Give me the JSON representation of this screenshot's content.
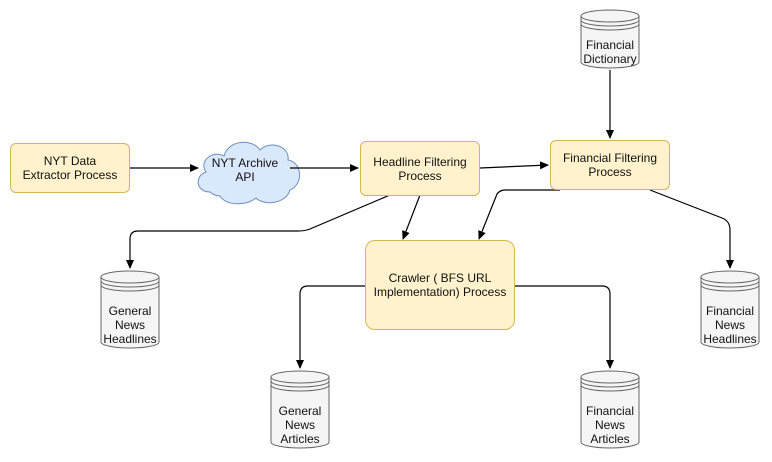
{
  "colors": {
    "process_fill": "#fff2cc",
    "process_stroke": "#d6b656",
    "cloud_fill": "#dae8fc",
    "cloud_stroke": "#6c8ebf",
    "store_fill": "#f5f5f5",
    "store_stroke": "#666666",
    "arrow": "#000000"
  },
  "nodes": {
    "nyt_extractor": {
      "line1": "NYT Data",
      "line2": "Extractor Process"
    },
    "nyt_api": {
      "line1": "NYT Archive",
      "line2": "API"
    },
    "headline_filter": {
      "line1": "Headline Filtering",
      "line2": "Process"
    },
    "financial_filter": {
      "line1": "Financial Filtering",
      "line2": "Process"
    },
    "crawler": {
      "line1": "Crawler ( BFS URL",
      "line2": "Implementation) Process"
    },
    "financial_dictionary": {
      "line1": "Financial",
      "line2": "Dictionary"
    },
    "general_headlines": {
      "line1": "General",
      "line2": "News",
      "line3": "Headlines"
    },
    "financial_headlines": {
      "line1": "Financial",
      "line2": "News",
      "line3": "Headlines"
    },
    "general_articles": {
      "line1": "General",
      "line2": "News",
      "line3": "Articles"
    },
    "financial_articles": {
      "line1": "Financial",
      "line2": "News",
      "line3": "Articles"
    }
  }
}
